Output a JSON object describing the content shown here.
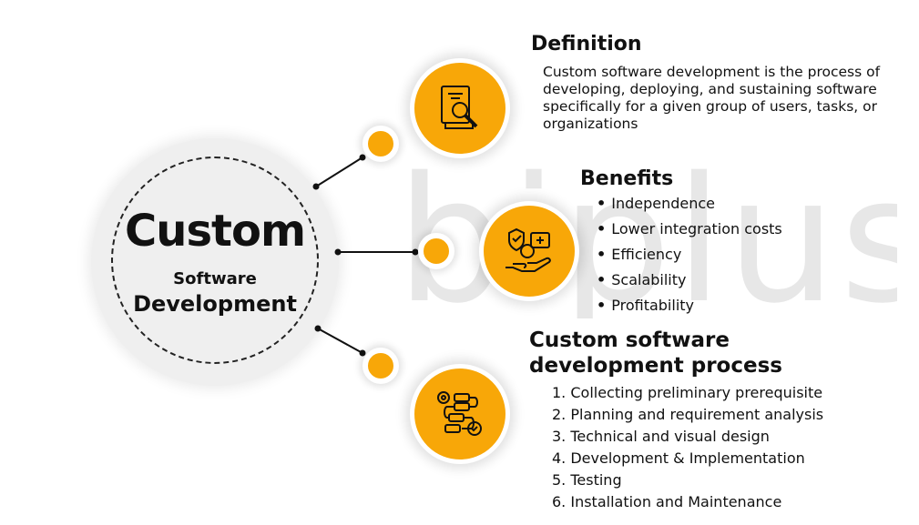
{
  "center": {
    "title": "Custom",
    "subtitle1": "Software",
    "subtitle2": "Development"
  },
  "watermark": {
    "text": "biplus"
  },
  "definition": {
    "heading": "Definition",
    "lines": [
      "Custom software development is the process of",
      "developing, deploying, and sustaining software",
      "specifically for a given group of users, tasks, or",
      "organizations"
    ],
    "icon": "document-search-icon"
  },
  "benefits": {
    "heading": "Benefits",
    "items": [
      "Independence",
      "Lower integration costs",
      "Efficiency",
      "Scalability",
      "Profitability"
    ],
    "icon": "hand-money-icon"
  },
  "process": {
    "heading_line1": "Custom software",
    "heading_line2": "development process",
    "items": [
      "1. Collecting preliminary prerequisite",
      "2. Planning and requirement analysis",
      "3. Technical and visual design",
      "4. Development & Implementation",
      "5. Testing",
      "6. Installation and Maintenance"
    ],
    "icon": "workflow-icon"
  },
  "colors": {
    "accent": "#f8a708",
    "text": "#111111",
    "watermark": "#e7e7e7"
  }
}
